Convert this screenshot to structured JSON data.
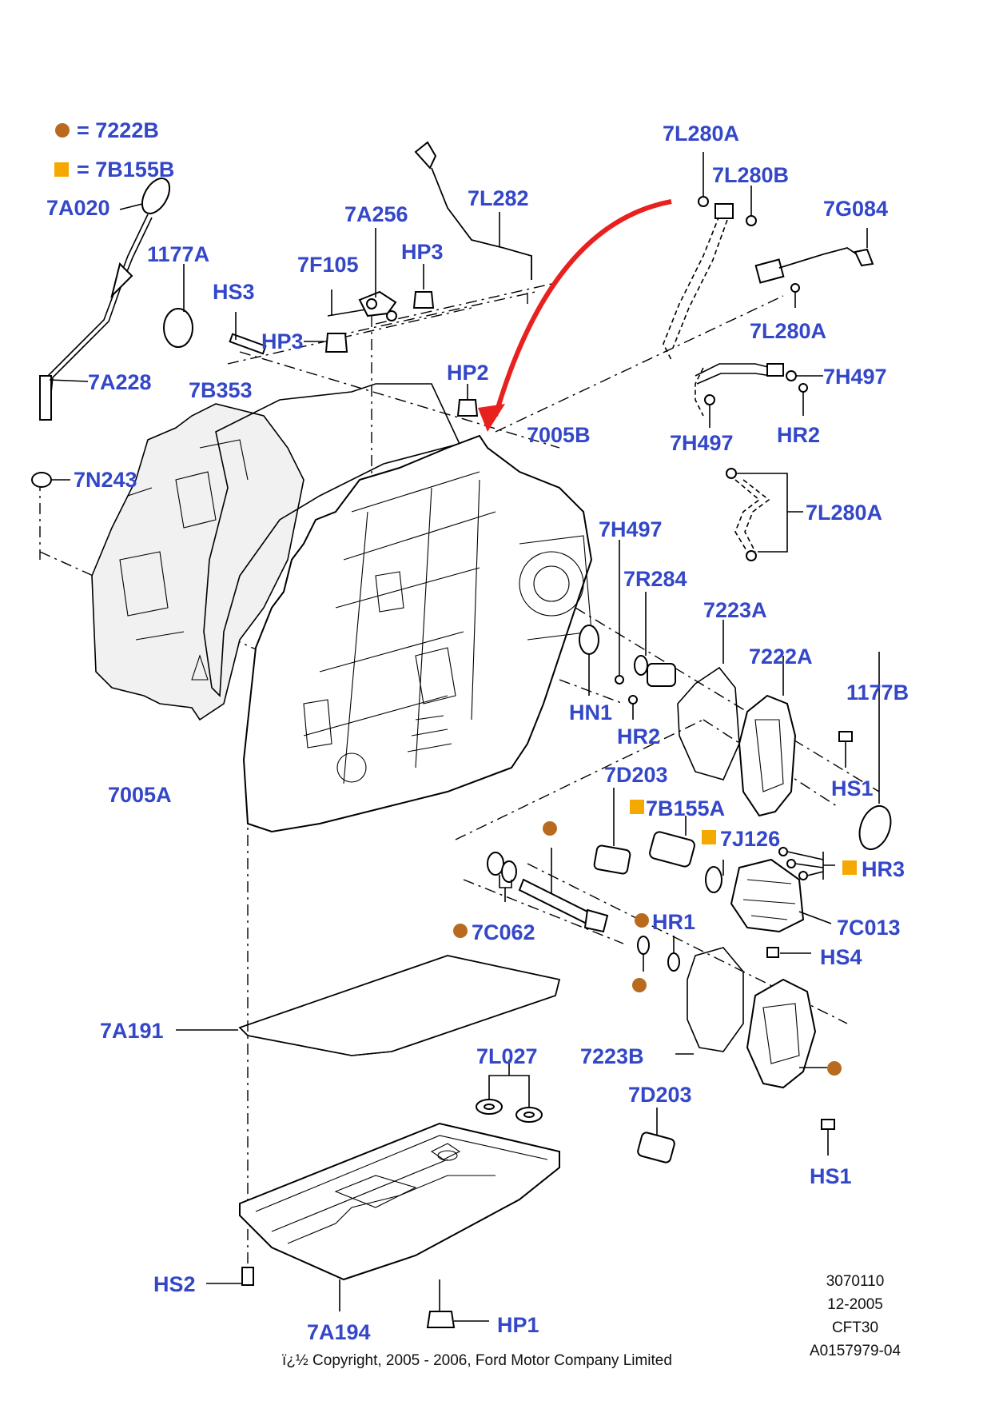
{
  "legend": [
    {
      "symbol": "brown-circle",
      "color": "#b86a1e",
      "label": "= 7222B"
    },
    {
      "symbol": "orange-square",
      "color": "#f5a800",
      "label": "= 7B155B"
    }
  ],
  "labels": {
    "l_7A020": "7A020",
    "l_1177A": "1177A",
    "l_HS3": "HS3",
    "l_7F105": "7F105",
    "l_7A256": "7A256",
    "l_HP3a": "HP3",
    "l_HP3b": "HP3",
    "l_7L282": "7L282",
    "l_7L280A_top": "7L280A",
    "l_7L280B": "7L280B",
    "l_7G084": "7G084",
    "l_7L280A_mid": "7L280A",
    "l_7H497_r": "7H497",
    "l_HR2_top": "HR2",
    "l_7H497_l": "7H497",
    "l_7L280A_low": "7L280A",
    "l_7A228": "7A228",
    "l_7B353": "7B353",
    "l_HP2": "HP2",
    "l_7005B": "7005B",
    "l_7N243": "7N243",
    "l_7H497_c": "7H497",
    "l_7R284": "7R284",
    "l_7223A": "7223A",
    "l_7222A": "7222A",
    "l_1177B": "1177B",
    "l_HN1": "HN1",
    "l_HR2_c": "HR2",
    "l_7D203_a": "7D203",
    "l_HS1_a": "HS1",
    "l_7005A": "7005A",
    "l_7B155A": "7B155A",
    "l_7J126": "7J126",
    "l_HR3": "HR3",
    "l_7C062": "7C062",
    "l_HR1": "HR1",
    "l_7C013": "7C013",
    "l_HS4": "HS4",
    "l_7A191": "7A191",
    "l_7L027": "7L027",
    "l_7223B": "7223B",
    "l_7D203_b": "7D203",
    "l_HS1_b": "HS1",
    "l_HS2": "HS2",
    "l_7A194": "7A194",
    "l_HP1": "HP1"
  },
  "info": {
    "code1": "3070110",
    "date": "12-2005",
    "model": "CFT30",
    "ref": "A0157979-04"
  },
  "copyright": "ï¿½ Copyright, 2005 - 2006, Ford Motor Company Limited",
  "colors": {
    "label_blue": "#3347c8",
    "arrow_red": "#e8201e",
    "marker_brown": "#b86a1e",
    "marker_orange": "#f5a800"
  }
}
